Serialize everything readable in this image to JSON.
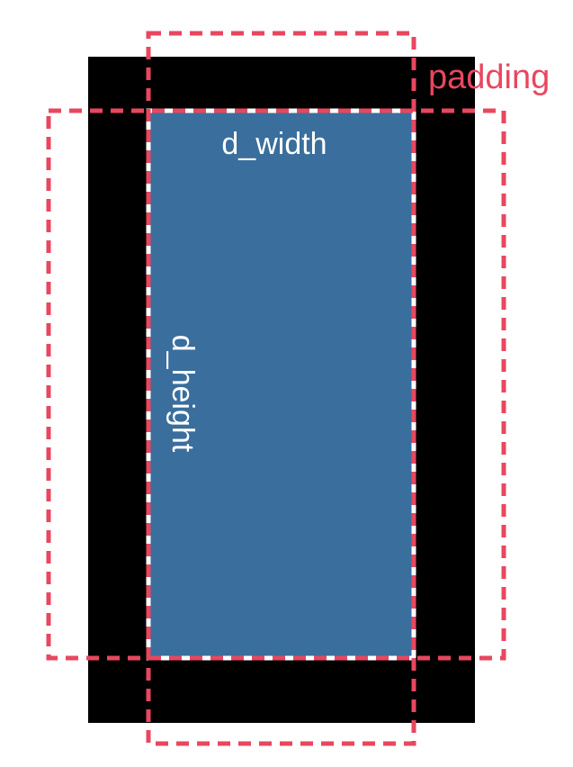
{
  "labels": {
    "width": "d_width",
    "height": "d_height",
    "padding": "padding"
  },
  "colors": {
    "outer_frame": "#000000",
    "inner_panel": "#3a6e9d",
    "inner_border": "#ffffff",
    "padding_dash": "#e8475f",
    "background": "#ffffff"
  }
}
